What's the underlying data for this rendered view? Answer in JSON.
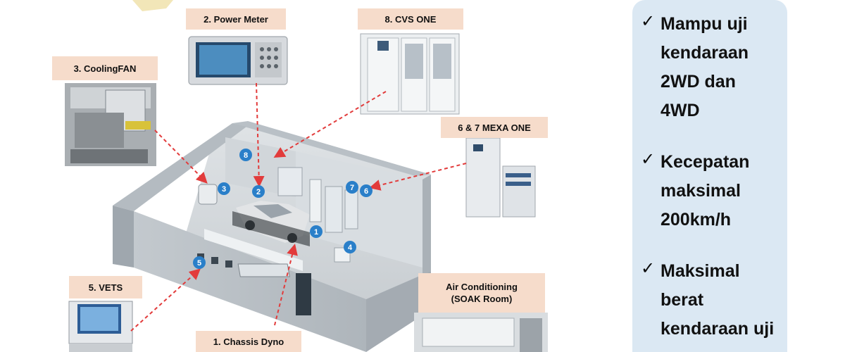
{
  "labels": {
    "power_meter": "2. Power Meter",
    "cvs_one": "8. CVS ONE",
    "cooling_fan": "3. CoolingFAN",
    "mexa_one": "6 & 7 MEXA ONE",
    "vets": "5. VETS",
    "air_conditioning": "Air Conditioning\n(SOAK Room)",
    "chassis_dyno": "1. Chassis Dyno"
  },
  "markers": [
    "8",
    "3",
    "2",
    "7",
    "6",
    "1",
    "4",
    "5"
  ],
  "side_panel": {
    "items": [
      "Mampu uji\nkendaraan\n2WD dan\n4WD",
      "Kecepatan\nmaksimal\n200km/h",
      "Maksimal\nberat\nkendaraan uji"
    ],
    "check_symbol": "✓"
  },
  "colors": {
    "label_bg": "#f6dccb",
    "arrow": "#e23b3b",
    "marker": "#2a7fc9",
    "panel_bg": "#dbe8f3"
  }
}
